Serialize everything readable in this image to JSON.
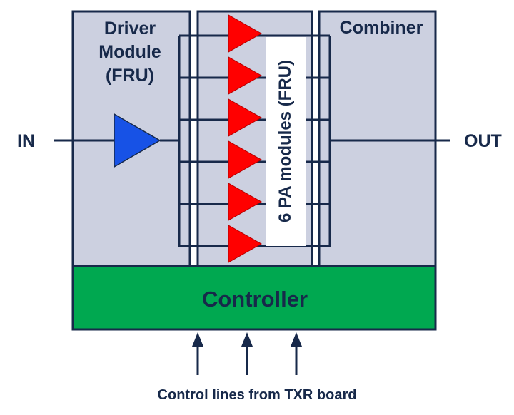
{
  "labels": {
    "driver_line1": "Driver",
    "driver_line2": "Module",
    "driver_line3": "(FRU)",
    "combiner": "Combiner",
    "input": "IN",
    "output": "OUT",
    "pa_modules": "6 PA modules (FRU)",
    "controller": "Controller",
    "control_lines": "Control lines from TXR board"
  },
  "colors": {
    "panel_fill": "#ccd0e0",
    "outline": "#17294a",
    "controller_fill": "#00a850",
    "driver_amp": "#1752e6",
    "pa_amp": "#ff0000"
  },
  "pa_module_count": 6,
  "control_line_count": 3
}
